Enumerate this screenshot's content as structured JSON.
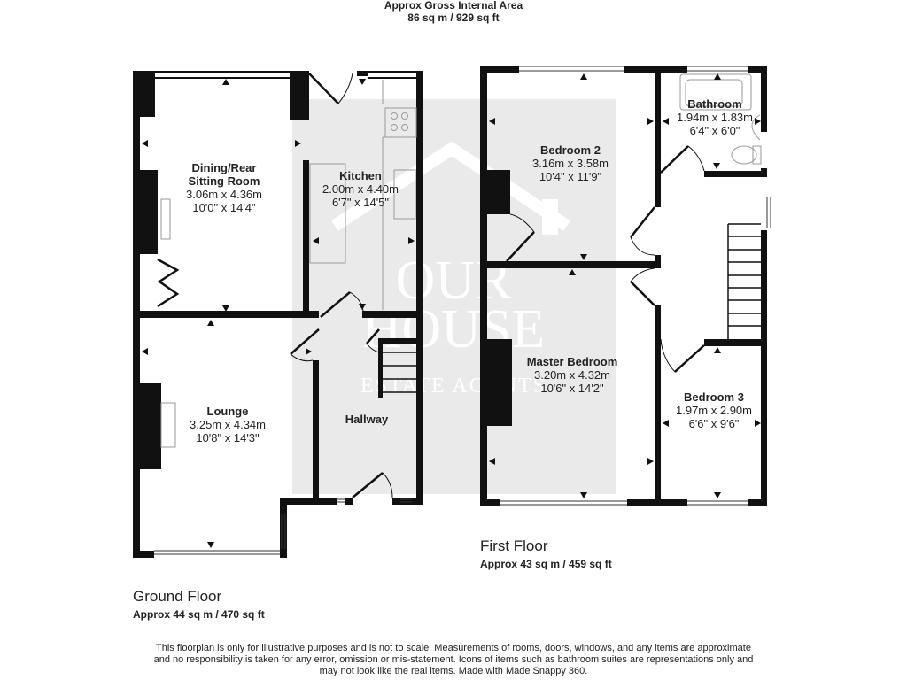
{
  "header": {
    "title": "Approx Gross Internal Area",
    "area": "86 sq m / 929 sq ft"
  },
  "watermark": {
    "line1": "OUR",
    "line2": "HOUSE",
    "line3": "ESTATE AGENTS"
  },
  "floors": [
    {
      "name": "Ground Floor",
      "area": "Approx 44 sq m / 470 sq ft",
      "rooms": [
        {
          "name": "Dining/Rear",
          "name2": "Sitting Room",
          "metric": "3.06m x 4.36m",
          "imperial": "10'0\" x 14'4\""
        },
        {
          "name": "Kitchen",
          "metric": "2.00m x 4.40m",
          "imperial": "6'7\" x 14'5\""
        },
        {
          "name": "Lounge",
          "metric": "3.25m x 4.34m",
          "imperial": "10'8\" x 14'3\""
        },
        {
          "name": "Hallway"
        }
      ]
    },
    {
      "name": "First Floor",
      "area": "Approx 43 sq m / 459 sq ft",
      "rooms": [
        {
          "name": "Bedroom 2",
          "metric": "3.16m x 3.58m",
          "imperial": "10'4\" x 11'9\""
        },
        {
          "name": "Bathroom",
          "metric": "1.94m x 1.83m",
          "imperial": "6'4\" x 6'0\""
        },
        {
          "name": "Master Bedroom",
          "metric": "3.20m x 4.32m",
          "imperial": "10'6\" x 14'2\""
        },
        {
          "name": "Bedroom 3",
          "metric": "1.97m x 2.90m",
          "imperial": "6'6\" x 9'6\""
        }
      ]
    }
  ],
  "disclaimer": {
    "line1": "This floorplan is only for illustrative purposes and is not to scale. Measurements of rooms, doors, windows, and any items are approximate",
    "line2": "and no responsibility is taken for any error, omission or mis-statement. Icons of items such as bathroom suites are representations only and",
    "line3": "may not look like the real items. Made with Made Snappy 360."
  },
  "colors": {
    "wall": "#111111",
    "watermark_bg": "#e9eae9",
    "watermark_text": "#ffffff",
    "fixture": "#9a9a9a"
  }
}
